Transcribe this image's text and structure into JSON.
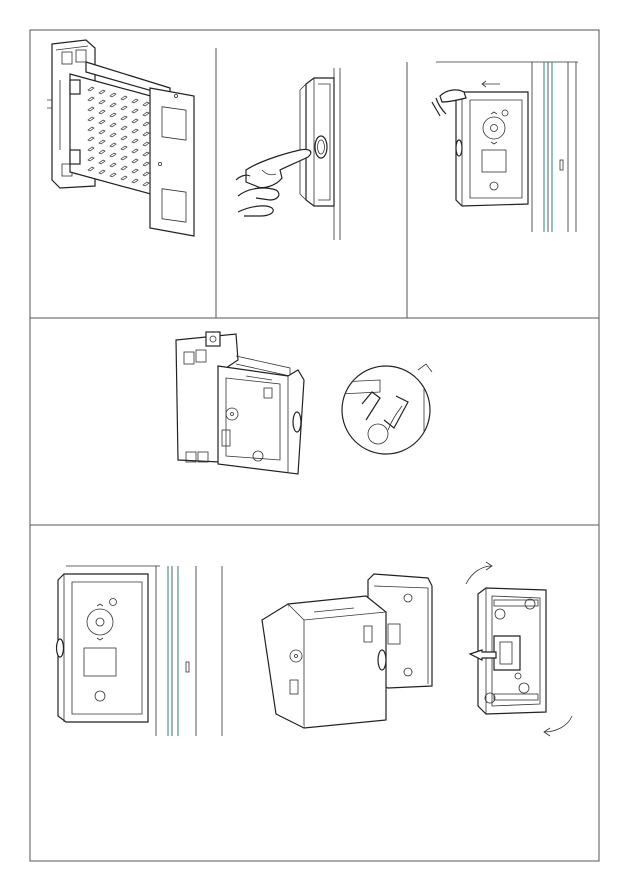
{
  "figure": {
    "panels": [
      {
        "id": "step-1",
        "description_label": ""
      },
      {
        "id": "step-2",
        "description_label": ""
      },
      {
        "id": "step-3",
        "description_label": ""
      },
      {
        "id": "step-4",
        "description_label": ""
      },
      {
        "id": "step-5",
        "description_label": ""
      },
      {
        "id": "step-6",
        "description_label": ""
      },
      {
        "id": "step-7",
        "description_label": ""
      }
    ],
    "colors": {
      "line": "#222222",
      "frame": "#555555",
      "accent": "#3a8c88",
      "background": "#ffffff"
    },
    "icons": [
      "wall-bracket-icon",
      "finger-press-icon",
      "hand-slide-icon",
      "door-station-icon",
      "hinge-detail-icon",
      "rotate-arrow-icon",
      "push-arrow-icon"
    ]
  }
}
